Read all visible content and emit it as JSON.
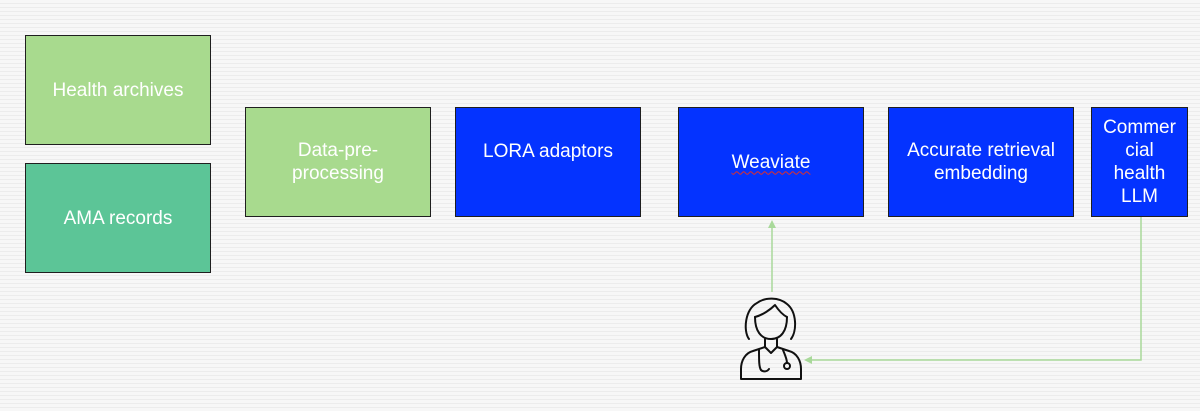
{
  "colors": {
    "light_green": "#a8da8e",
    "teal_green": "#5cc597",
    "blue": "#0433ff",
    "border": "#1f1f1f",
    "arrow": "#a9d99a",
    "text": "#ffffff",
    "spell_underline": "#e0302a"
  },
  "nodes": {
    "health_archives": {
      "lines": [
        "Health archives"
      ]
    },
    "ama_records": {
      "lines": [
        "AMA records"
      ]
    },
    "data_preprocessing": {
      "lines": [
        "Data-pre-",
        "processing"
      ]
    },
    "lora_adaptors": {
      "lines": [
        "LORA adaptors"
      ]
    },
    "weaviate": {
      "lines": [
        "Weaviate"
      ]
    },
    "accurate_retrieval": {
      "lines": [
        "Accurate retrieval",
        "embedding"
      ]
    },
    "commercial_llm": {
      "lines": [
        "Commer",
        "cial",
        "health",
        "LLM"
      ]
    }
  },
  "edges": [
    {
      "from": "doctor",
      "to": "weaviate"
    },
    {
      "from": "commercial_llm",
      "to": "doctor"
    }
  ],
  "icons": {
    "doctor": "doctor-icon"
  }
}
